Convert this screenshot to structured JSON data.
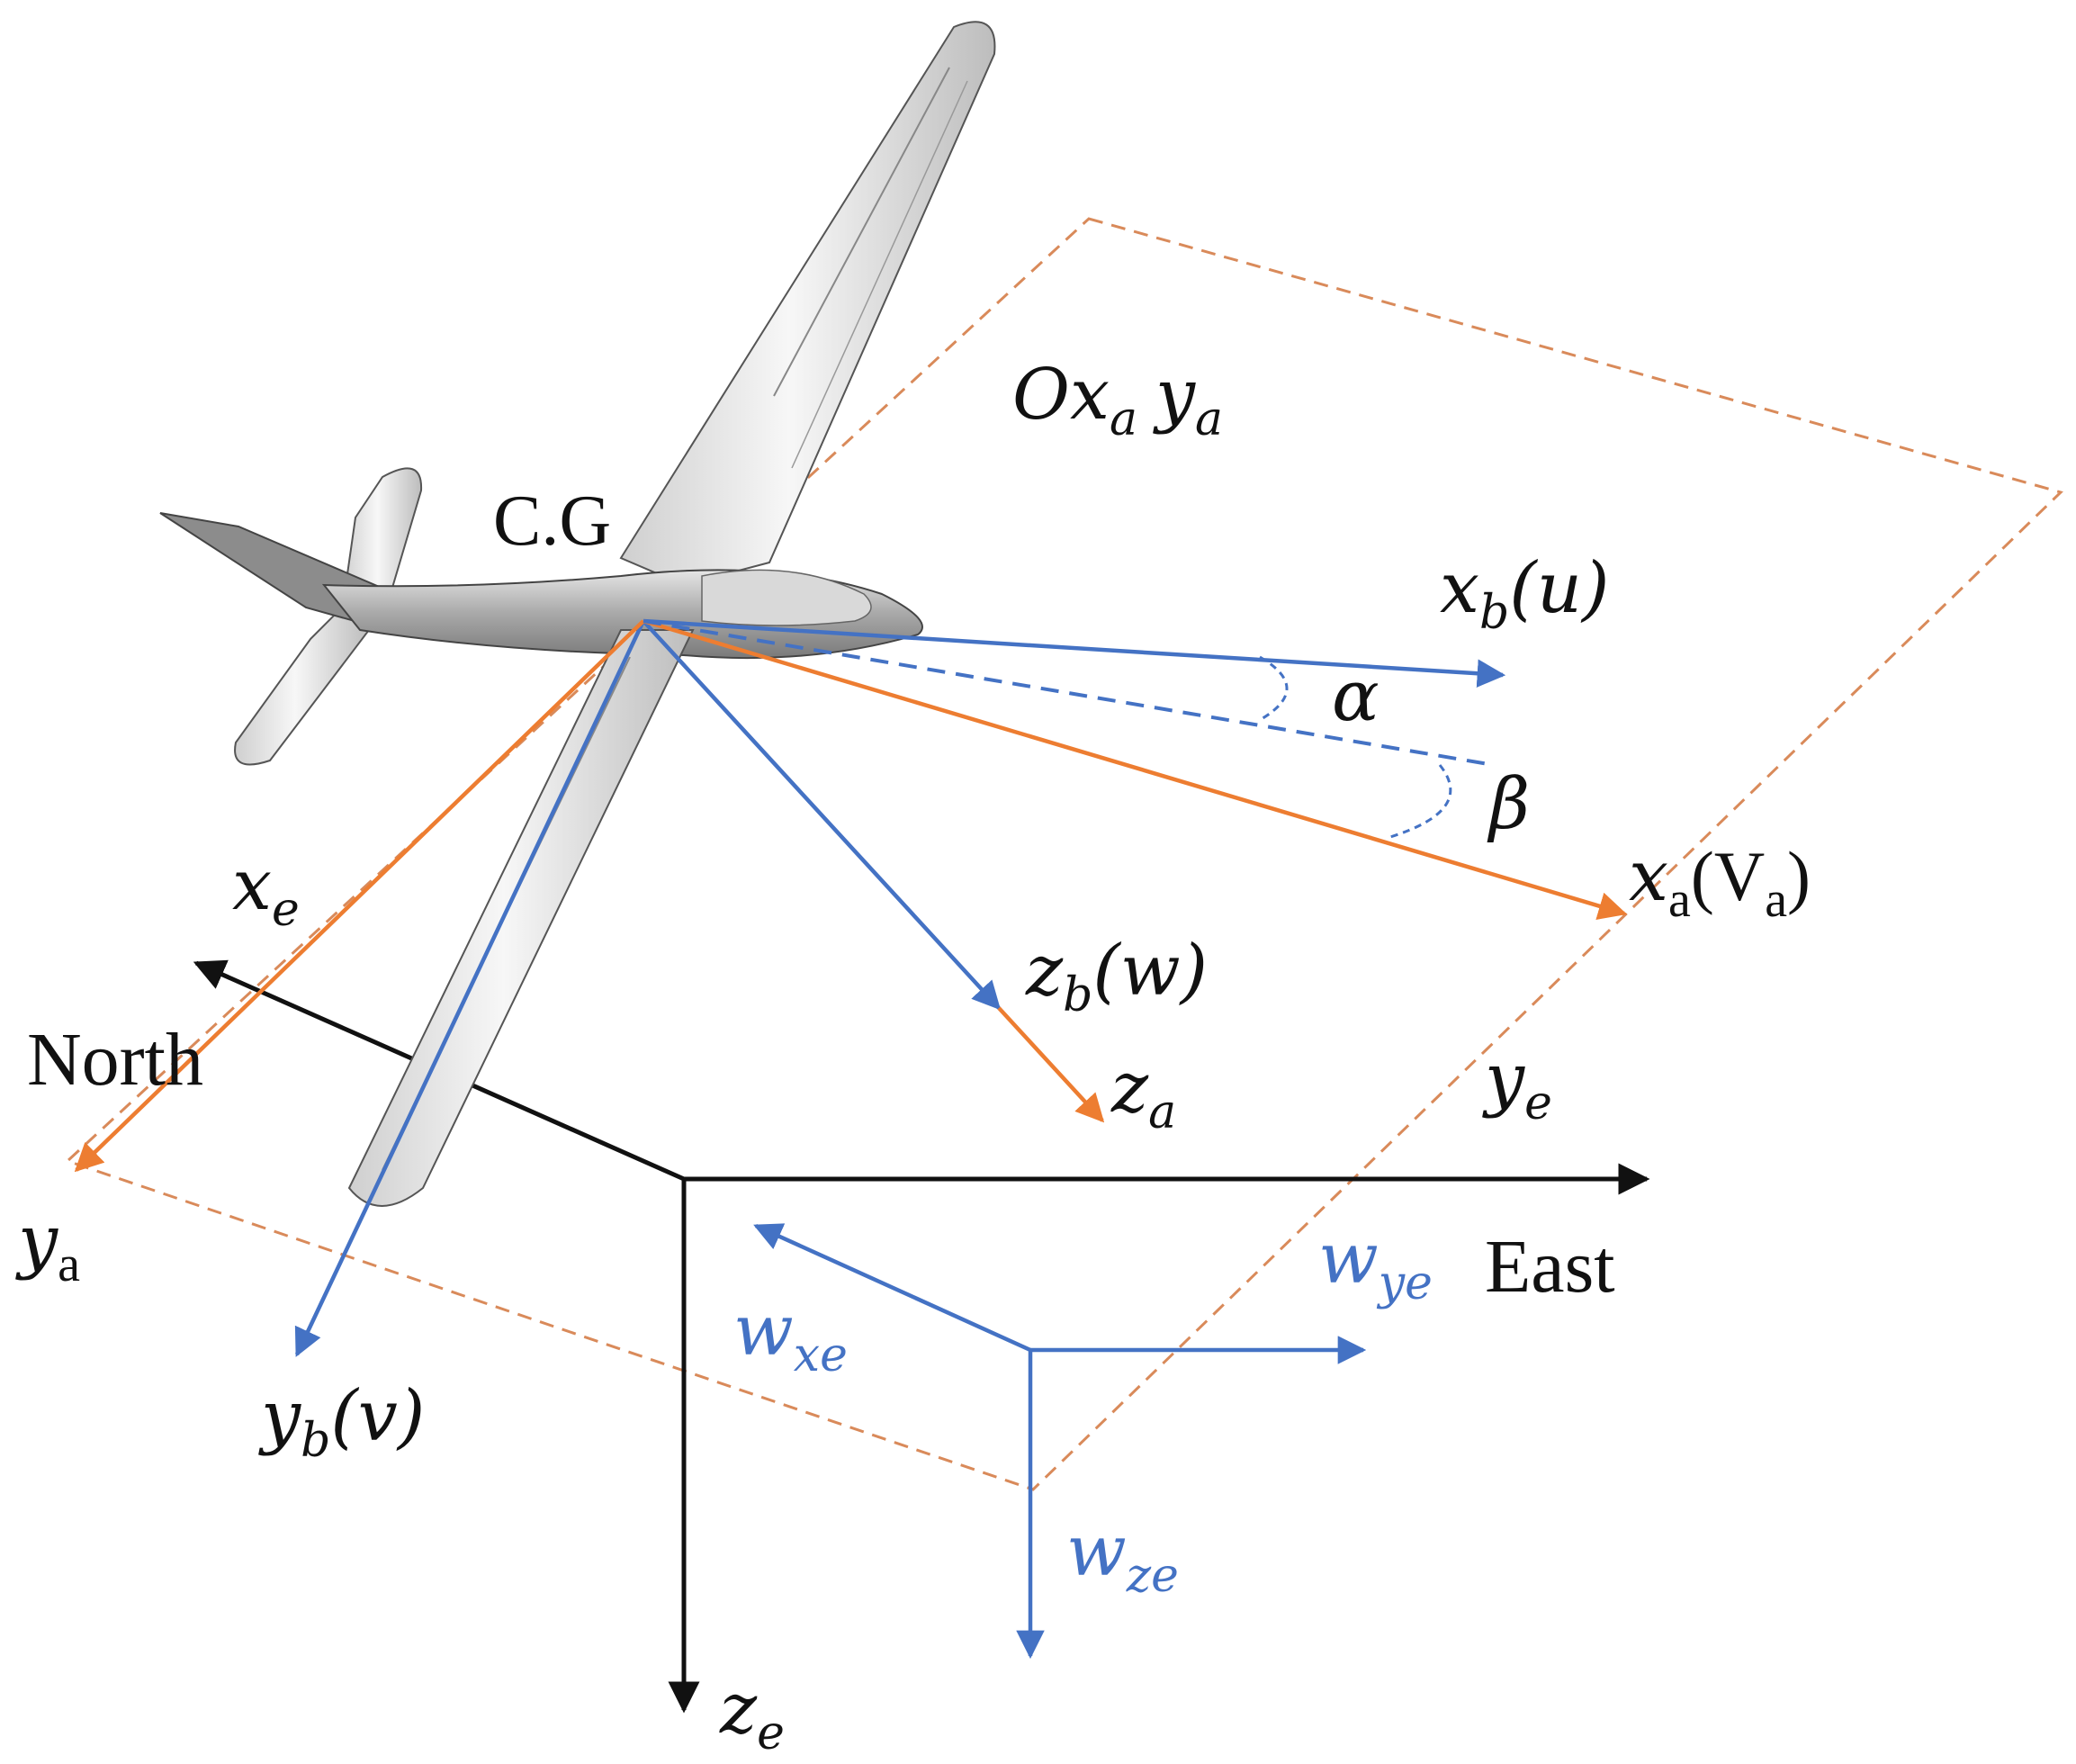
{
  "colors": {
    "body_axes": "#4472c4",
    "air_axes": "#ed7d31",
    "earth_axes": "#111111",
    "wind": "#4472c4",
    "plane_dashed": "#d98a5a"
  },
  "labels": {
    "plane_base": "O",
    "plane_x": "x",
    "plane_x_sub": "a",
    "plane_y": "y",
    "plane_y_sub": "a",
    "cg": "C.G",
    "xb_base": "x",
    "xb_sub": "b",
    "xb_arg": "(u)",
    "alpha": "α",
    "beta": "β",
    "xa_base": "x",
    "xa_sub": "a",
    "xa_open": "(",
    "xa_V": "V",
    "xa_V_sub": "a",
    "xa_close": ")",
    "xe_base": "x",
    "xe_sub": "e",
    "north": "North",
    "zb_base": "z",
    "zb_sub": "b",
    "zb_arg": "(w)",
    "za_base": "z",
    "za_sub": "a",
    "ye_base": "y",
    "ye_sub": "e",
    "ya_base": "y",
    "ya_sub": "a",
    "wye_base": "w",
    "wye_sub": "ye",
    "east": "East",
    "wxe_base": "w",
    "wxe_sub": "xe",
    "yb_base": "y",
    "yb_sub": "b",
    "yb_arg": "(v)",
    "wze_base": "w",
    "wze_sub": "ze",
    "ze_base": "z",
    "ze_sub": "e"
  },
  "icons": {
    "aircraft": "glider-icon"
  }
}
